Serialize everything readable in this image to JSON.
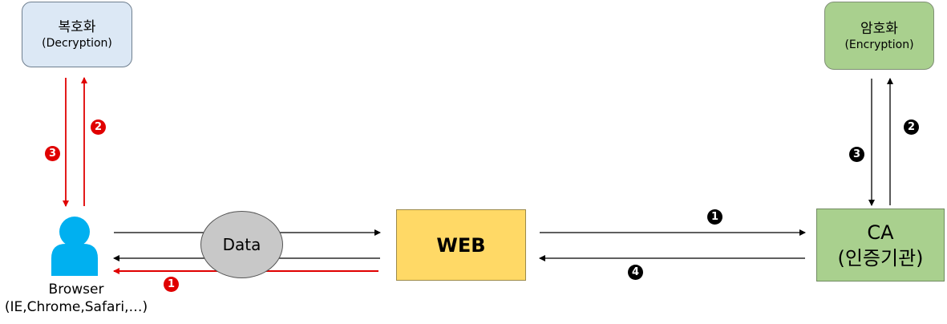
{
  "decryption": {
    "title": "복호화",
    "subtitle": "(Decryption)"
  },
  "encryption": {
    "title": "암호화",
    "subtitle": "(Encryption)"
  },
  "web": {
    "label": "WEB"
  },
  "ca": {
    "line1": "CA",
    "line2": "(인증기관)"
  },
  "data_bubble": {
    "label": "Data"
  },
  "browser": {
    "line1": "Browser",
    "line2": "(IE,Chrome,Safari,…)"
  },
  "steps": {
    "browser_request": "1",
    "decrypt_in": "2",
    "decrypt_out": "3",
    "web_to_ca": "1",
    "ca_to_encrypt": "2",
    "encrypt_to_ca": "3",
    "ca_to_web": "4"
  },
  "colors": {
    "red": "#e00000",
    "black": "#000000",
    "person": "#00b0f0",
    "web": "#ffd966",
    "ca": "#a9d08e",
    "decryption": "#dce8f5",
    "data": "#c8c8c8"
  }
}
